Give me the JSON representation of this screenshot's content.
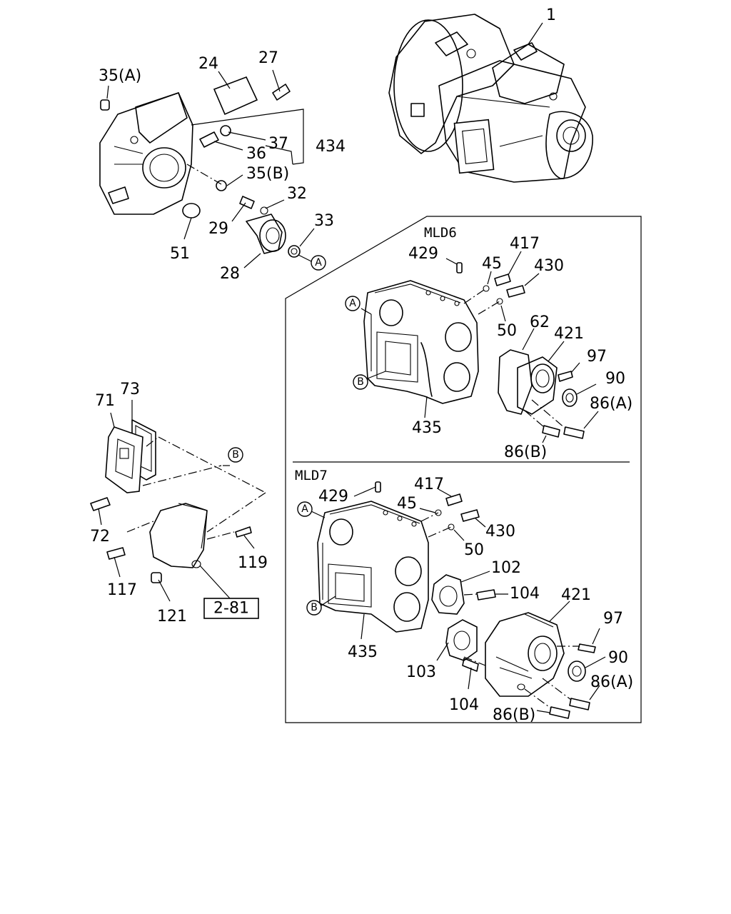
{
  "sections": {
    "mld6": "MLD6",
    "mld7": "MLD7"
  },
  "refs": {
    "a": "A",
    "b": "B",
    "page_ref": "2-81"
  },
  "labels": {
    "p1": "1",
    "p24": "24",
    "p27": "27",
    "p35a": "35(A)",
    "p37": "37",
    "p434": "434",
    "p36": "36",
    "p35b": "35(B)",
    "p32": "32",
    "p29": "29",
    "p33": "33",
    "p51": "51",
    "p28": "28",
    "p73": "73",
    "p71": "71",
    "p72": "72",
    "p117": "117",
    "p119": "119",
    "p121": "121",
    "m6_429": "429",
    "m6_45": "45",
    "m6_417": "417",
    "m6_430": "430",
    "m6_50": "50",
    "m6_62": "62",
    "m6_421": "421",
    "m6_97": "97",
    "m6_90": "90",
    "m6_86a": "86(A)",
    "m6_86b": "86(B)",
    "m6_435": "435",
    "m7_429": "429",
    "m7_417": "417",
    "m7_45": "45",
    "m7_430": "430",
    "m7_50": "50",
    "m7_102": "102",
    "m7_104a": "104",
    "m7_421": "421",
    "m7_97": "97",
    "m7_90": "90",
    "m7_86a": "86(A)",
    "m7_86b": "86(B)",
    "m7_435": "435",
    "m7_103": "103",
    "m7_104b": "104"
  }
}
